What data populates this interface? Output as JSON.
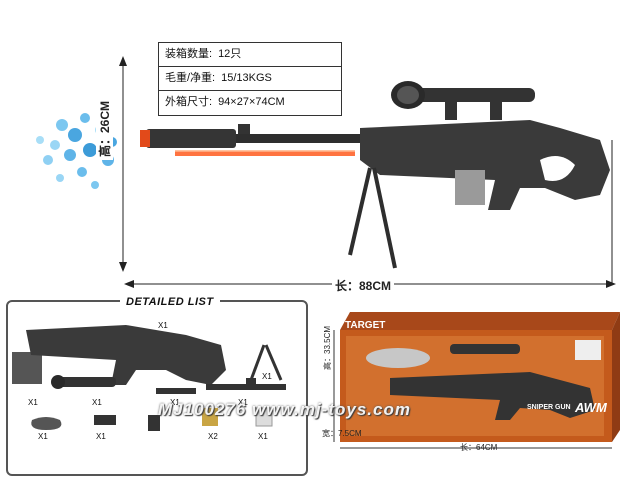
{
  "spec": {
    "rows": [
      {
        "label": "装箱数量:",
        "value": "12只"
      },
      {
        "label": "毛重/净重:",
        "value": "15/13KGS"
      },
      {
        "label": "外箱尺寸:",
        "value": "94×27×74CM"
      }
    ]
  },
  "dimensions": {
    "height_label": "高：26CM",
    "length_label": "长：88CM"
  },
  "detail": {
    "title": "DETAILED LIST",
    "quantities": [
      "X1",
      "X1",
      "X1",
      "X1",
      "X1",
      "X1",
      "X1",
      "X1",
      "X2",
      "X1"
    ]
  },
  "box": {
    "brand": "TARGET",
    "model": "AWM",
    "small_text": "SNIPER GUN",
    "height_label": "高：33.5CM",
    "width_label": "宽：7.5CM",
    "length_label": "长：64CM"
  },
  "watermark": "MJ100276 www.mj-toys.com",
  "colors": {
    "gun_body": "#3a3a3a",
    "laser": "#ff5a1f",
    "gel_balls": "#5fb4e8",
    "box_orange": "#c45a1c"
  }
}
